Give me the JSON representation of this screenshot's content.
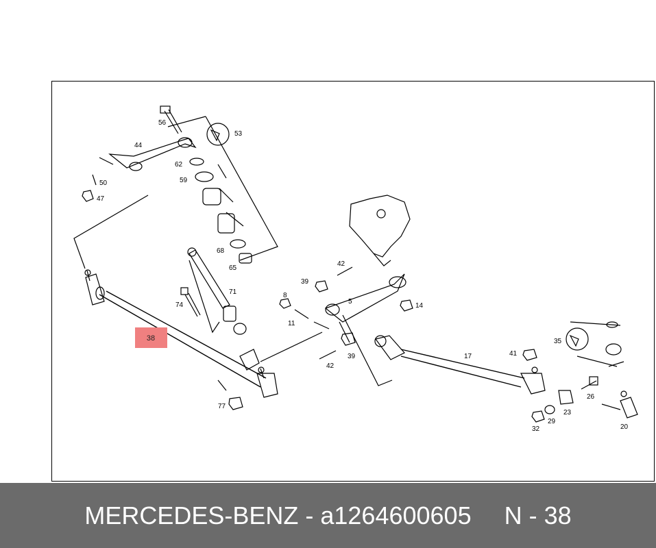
{
  "footer": {
    "brand": "MERCEDES-BENZ",
    "separator": " - ",
    "part_number": "a1264600605",
    "ref_label": "N - 38"
  },
  "highlight": {
    "label": "38",
    "color": "#f08080"
  },
  "parts": {
    "p56": "56",
    "p53": "53",
    "p44": "44",
    "p62": "62",
    "p59": "59",
    "p50": "50",
    "p47": "47",
    "p68": "68",
    "p65": "65",
    "p42a": "42",
    "p39a": "39",
    "p71": "71",
    "p8": "8",
    "p5": "5",
    "p14": "14",
    "p74": "74",
    "p11": "11",
    "p39b": "39",
    "p42b": "42",
    "p17": "17",
    "p41": "41",
    "p35": "35",
    "p26": "26",
    "p23": "23",
    "p29": "29",
    "p32": "32",
    "p20": "20",
    "p77": "77"
  }
}
